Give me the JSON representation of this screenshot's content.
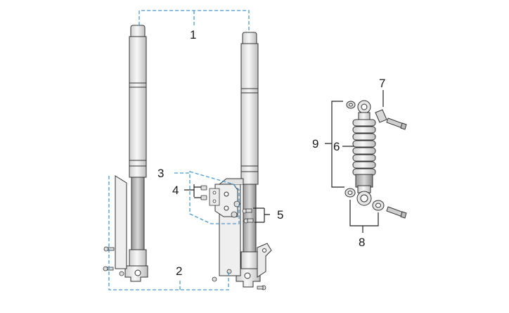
{
  "callouts": {
    "c1": "1",
    "c2": "2",
    "c3": "3",
    "c4": "4",
    "c5": "5",
    "c6": "6",
    "c7": "7",
    "c8": "8",
    "c9": "9"
  },
  "colors": {
    "leader_dashed": "#4a9bd0",
    "leader_solid": "#222222",
    "part_stroke": "#333333",
    "part_fill": "#f4f4f4"
  }
}
